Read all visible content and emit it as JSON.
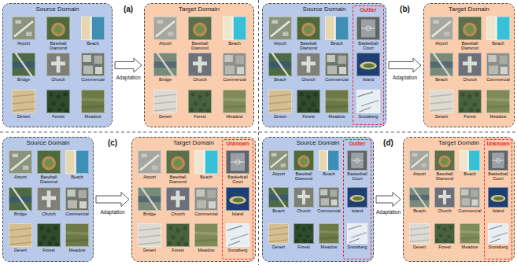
{
  "diagram": {
    "nodes": [
      {
        "text": [
          "Source Domain"
        ]
      },
      {
        "text": [
          "Airport"
        ],
        "in": 0
      },
      {
        "text": [
          "Baseball Diamond"
        ],
        "in": 0
      },
      {
        "text": [
          "Beach"
        ],
        "in": 0
      },
      {
        "text": [
          "Bridge"
        ],
        "in": 0
      },
      {
        "text": [
          "Church"
        ],
        "in": 0
      },
      {
        "text": [
          "Commercial"
        ],
        "in": 0
      },
      {
        "text": [
          "Desert"
        ],
        "in": 0
      },
      {
        "text": [
          "Forest"
        ],
        "in": 0
      },
      {
        "text": [
          "Meadow"
        ],
        "in": 0
      },
      {
        "text": [
          "Target Domain"
        ]
      },
      {
        "text": [
          "Airport"
        ],
        "in": 10
      },
      {
        "text": [
          "Baseball Diamond"
        ],
        "in": 10
      },
      {
        "text": [
          "Beach"
        ],
        "in": 10
      },
      {
        "text": [
          "Bridge"
        ],
        "in": 10
      },
      {
        "text": [
          "Church"
        ],
        "in": 10
      },
      {
        "text": [
          "Commercial"
        ],
        "in": 10
      },
      {
        "text": [
          "Desert"
        ],
        "in": 10
      },
      {
        "text": [
          "Forest"
        ],
        "in": 10
      },
      {
        "text": [
          "Meadow"
        ],
        "in": 10
      },
      {
        "text": [
          "Source Domain"
        ]
      },
      {
        "text": [
          "Airport"
        ],
        "in": 20
      },
      {
        "text": [
          "Baseball Diamond"
        ],
        "in": 20
      },
      {
        "text": [
          "Beach"
        ],
        "in": 20
      },
      {
        "text": [
          "Beach"
        ],
        "in": 20
      },
      {
        "text": [
          "Church"
        ],
        "in": 20
      },
      {
        "text": [
          "Commercial"
        ],
        "in": 20
      },
      {
        "text": [
          "Desert"
        ],
        "in": 20
      },
      {
        "text": [
          "Forest"
        ],
        "in": 20
      },
      {
        "text": [
          "Meadow"
        ],
        "in": 20
      },
      {
        "text": [
          "Outlier"
        ],
        "in": 20
      },
      {
        "text": [
          "Basketball Court"
        ],
        "in": 30
      },
      {
        "text": [
          "Island"
        ],
        "in": 30
      },
      {
        "text": [
          "Snowberg"
        ],
        "in": 30
      },
      {
        "text": [
          "Target Domain"
        ]
      },
      {
        "text": [
          "Airport"
        ],
        "in": 34
      },
      {
        "text": [
          "Baseball Diamond"
        ],
        "in": 34
      },
      {
        "text": [
          "Beach"
        ],
        "in": 34
      },
      {
        "text": [
          "Beach"
        ],
        "in": 34
      },
      {
        "text": [
          "Church"
        ],
        "in": 34
      },
      {
        "text": [
          "Commercial"
        ],
        "in": 34
      },
      {
        "text": [
          "Desert"
        ],
        "in": 34
      },
      {
        "text": [
          "Forest"
        ],
        "in": 34
      },
      {
        "text": [
          "Meadow"
        ],
        "in": 34
      },
      {
        "text": [
          "Source Domain"
        ]
      },
      {
        "text": [
          "Airport"
        ],
        "in": 44
      },
      {
        "text": [
          "Baseball Diamond"
        ],
        "in": 44
      },
      {
        "text": [
          "Beach"
        ],
        "in": 44
      },
      {
        "text": [
          "Bridge"
        ],
        "in": 44
      },
      {
        "text": [
          "Church"
        ],
        "in": 44
      },
      {
        "text": [
          "Commercial"
        ],
        "in": 44
      },
      {
        "text": [
          "Desert"
        ],
        "in": 44
      },
      {
        "text": [
          "Forest"
        ],
        "in": 44
      },
      {
        "text": [
          "Meadow"
        ],
        "in": 44
      },
      {
        "text": [
          "Target Domain"
        ]
      },
      {
        "text": [
          "Airport"
        ],
        "in": 54
      },
      {
        "text": [
          "Baseball Diamond"
        ],
        "in": 54
      },
      {
        "text": [
          "Beach"
        ],
        "in": 54
      },
      {
        "text": [
          "Bridge"
        ],
        "in": 54
      },
      {
        "text": [
          "Church"
        ],
        "in": 54
      },
      {
        "text": [
          "Commercial"
        ],
        "in": 54
      },
      {
        "text": [
          "Desert"
        ],
        "in": 54
      },
      {
        "text": [
          "Forest"
        ],
        "in": 54
      },
      {
        "text": [
          "Meadow"
        ],
        "in": 54
      },
      {
        "text": [
          "Unknown"
        ],
        "in": 54
      },
      {
        "text": [
          "Basketball Court"
        ],
        "in": 64
      },
      {
        "text": [
          "Island"
        ],
        "in": 64
      },
      {
        "text": [
          "Snowberg"
        ],
        "in": 64
      },
      {
        "text": [
          "Source Domain"
        ]
      },
      {
        "text": [
          "Airport"
        ],
        "in": 68
      },
      {
        "text": [
          "Baseball Diamond"
        ],
        "in": 68
      },
      {
        "text": [
          "Beach"
        ],
        "in": 68
      },
      {
        "text": [
          "Beach"
        ],
        "in": 68
      },
      {
        "text": [
          "Church"
        ],
        "in": 68
      },
      {
        "text": [
          "Commercial"
        ],
        "in": 68
      },
      {
        "text": [
          "Desert"
        ],
        "in": 68
      },
      {
        "text": [
          "Forest"
        ],
        "in": 68
      },
      {
        "text": [
          "Meadow"
        ],
        "in": 68
      },
      {
        "text": [
          "Outlier"
        ],
        "in": 68
      },
      {
        "text": [
          "Basketball Court"
        ],
        "in": 78
      },
      {
        "text": [
          "Island"
        ],
        "in": 78
      },
      {
        "text": [
          "Snowberg"
        ],
        "in": 78
      },
      {
        "text": [
          "Target Domain"
        ]
      },
      {
        "text": [
          "Airport"
        ],
        "in": 82
      },
      {
        "text": [
          "Baseball Diamond"
        ],
        "in": 82
      },
      {
        "text": [
          "Beach"
        ],
        "in": 82
      },
      {
        "text": [
          "Beach"
        ],
        "in": 82
      },
      {
        "text": [
          "Church"
        ],
        "in": 82
      },
      {
        "text": [
          "Commercial"
        ],
        "in": 82
      },
      {
        "text": [
          "Desert"
        ],
        "in": 82
      },
      {
        "text": [
          "Forest"
        ],
        "in": 82
      },
      {
        "text": [
          "Meadow"
        ],
        "in": 82
      },
      {
        "text": [
          "Unknown"
        ],
        "in": 82
      },
      {
        "text": [
          "Basketball Court"
        ],
        "in": 92
      },
      {
        "text": [
          "Island"
        ],
        "in": 92
      },
      {
        "text": [
          "Snowberg"
        ],
        "in": 92
      }
    ],
    "edges": [
      {
        "from": 0,
        "to": 10,
        "label": "Adaptation",
        "arrow": "to"
      },
      {
        "from": 20,
        "to": 34,
        "label": "Adaptation",
        "arrow": "to"
      },
      {
        "from": 44,
        "to": 54,
        "label": "Adaptation",
        "arrow": "to"
      },
      {
        "from": 68,
        "to": 82,
        "label": "Adaptation",
        "arrow": "to"
      }
    ],
    "labels": [
      "(a)",
      "(b)",
      "(c)",
      "(d)"
    ]
  }
}
